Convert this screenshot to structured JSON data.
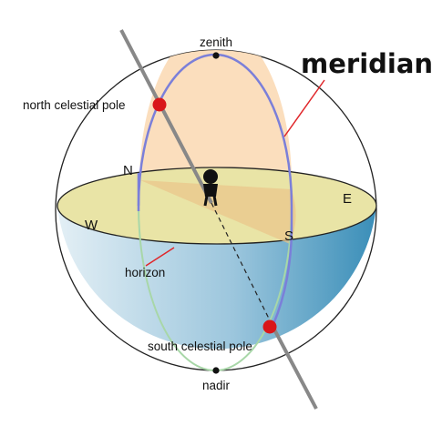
{
  "labels": {
    "zenith": "zenith",
    "meridian": "meridian",
    "north_celestial_pole": "north celestial pole",
    "south_celestial_pole": "south celestial pole",
    "horizon": "horizon",
    "nadir": "nadir",
    "north": "N",
    "south": "S",
    "east": "E",
    "west": "W"
  },
  "colors": {
    "sky_fill": "#fbdcb9",
    "horizon_plane": "#e9e4a6",
    "lower_hemisphere_light": "#d8e9f2",
    "lower_hemisphere_dark": "#3f92ba",
    "meridian_line": "#7b7fd9",
    "pole_marker": "#d9161a",
    "polar_axis": "#888888",
    "annotation_line": "#e0262a"
  }
}
